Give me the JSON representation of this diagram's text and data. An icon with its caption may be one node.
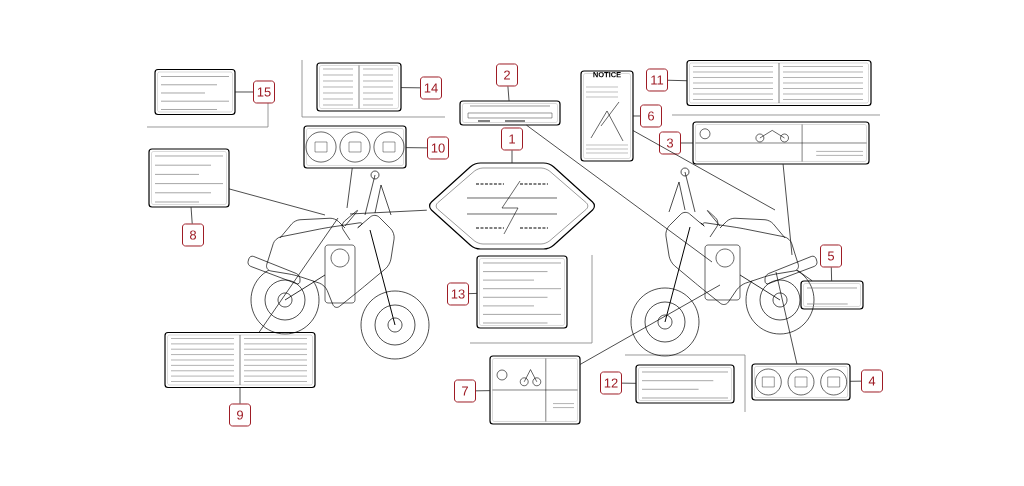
{
  "diagram": {
    "nodes": [
      {
        "text": [],
        "shape": "picture"
      },
      {
        "text": [],
        "shape": "picture"
      },
      {
        "text": [],
        "shape": "picture"
      },
      {
        "text": [
          "1"
        ]
      },
      {
        "text": [],
        "shape": "picture"
      },
      {
        "text": [
          "2"
        ]
      },
      {
        "text": [],
        "shape": "picture"
      },
      {
        "text": [
          "3"
        ]
      },
      {
        "text": [],
        "shape": "picture"
      },
      {
        "text": [
          "4"
        ]
      },
      {
        "text": [],
        "shape": "picture"
      },
      {
        "text": [
          "5"
        ]
      },
      {
        "text": [
          "NOTICE"
        ]
      },
      {
        "text": [
          "6"
        ]
      },
      {
        "text": [],
        "shape": "picture"
      },
      {
        "text": [
          "7"
        ]
      },
      {
        "text": [],
        "shape": "picture"
      },
      {
        "text": [
          "8"
        ]
      },
      {
        "text": [],
        "shape": "picture"
      },
      {
        "text": [
          "9"
        ]
      },
      {
        "text": [],
        "shape": "picture"
      },
      {
        "text": [
          "10"
        ]
      },
      {
        "text": [],
        "shape": "picture"
      },
      {
        "text": [
          "11"
        ]
      },
      {
        "text": [],
        "shape": "picture"
      },
      {
        "text": [
          "12"
        ]
      },
      {
        "text": [],
        "shape": "picture"
      },
      {
        "text": [
          "13"
        ]
      },
      {
        "text": [],
        "shape": "picture"
      },
      {
        "text": [
          "14"
        ]
      },
      {
        "text": [],
        "shape": "picture"
      },
      {
        "text": [
          "15"
        ]
      }
    ],
    "edges": [
      {
        "from": 3,
        "to": 2,
        "arrow": "none"
      },
      {
        "from": 5,
        "to": 4,
        "arrow": "none"
      },
      {
        "from": 7,
        "to": 6,
        "arrow": "none"
      },
      {
        "from": 9,
        "to": 8,
        "arrow": "none"
      },
      {
        "from": 11,
        "to": 10,
        "arrow": "none"
      },
      {
        "from": 13,
        "to": 12,
        "arrow": "none"
      },
      {
        "from": 15,
        "to": 14,
        "arrow": "none"
      },
      {
        "from": 17,
        "to": 16,
        "arrow": "none"
      },
      {
        "from": 19,
        "to": 18,
        "arrow": "none"
      },
      {
        "from": 21,
        "to": 20,
        "arrow": "none"
      },
      {
        "from": 23,
        "to": 22,
        "arrow": "none"
      },
      {
        "from": 25,
        "to": 24,
        "arrow": "none"
      },
      {
        "from": 27,
        "to": 26,
        "arrow": "none"
      },
      {
        "from": 29,
        "to": 28,
        "arrow": "none"
      },
      {
        "from": 31,
        "to": 30,
        "arrow": "none"
      },
      {
        "from": 16,
        "to": 0,
        "arrow": "none"
      },
      {
        "from": 20,
        "to": 0,
        "arrow": "none"
      },
      {
        "from": 2,
        "to": 0,
        "arrow": "none"
      },
      {
        "from": 18,
        "to": 0,
        "arrow": "none"
      },
      {
        "from": 4,
        "to": 1,
        "arrow": "none"
      },
      {
        "from": 12,
        "to": 1,
        "arrow": "none"
      },
      {
        "from": 6,
        "to": 1,
        "arrow": "none"
      },
      {
        "from": 10,
        "to": 1,
        "arrow": "none"
      },
      {
        "from": 8,
        "to": 1,
        "arrow": "none"
      },
      {
        "from": 14,
        "to": 1,
        "arrow": "none"
      }
    ]
  }
}
